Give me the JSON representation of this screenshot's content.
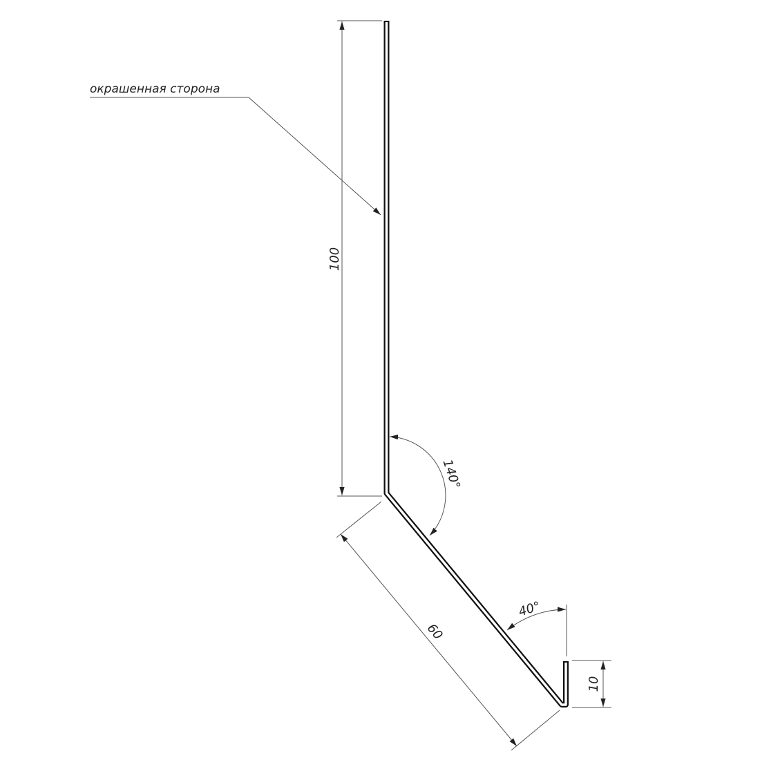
{
  "drawing": {
    "callout_label": "окрашенная сторона",
    "dimensions": {
      "vertical_leg": "100",
      "sloped_leg": "60",
      "hook_height": "10",
      "bend_angle": "140°",
      "hook_angle": "40°"
    },
    "colors": {
      "profile": "#111111",
      "dimension": "#555555"
    }
  }
}
